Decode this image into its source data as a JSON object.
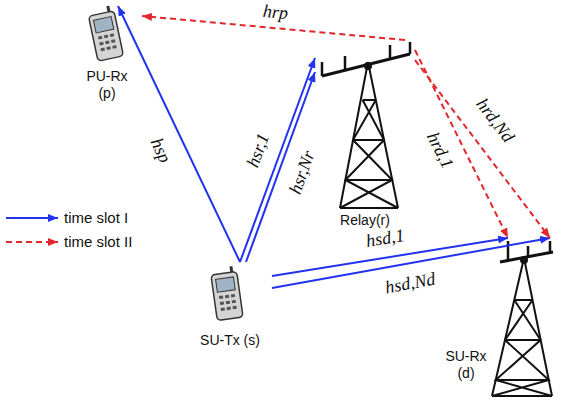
{
  "diagram": {
    "nodes": [
      {
        "text": [
          "PU-Rx (p)"
        ]
      },
      {
        "text": [
          "Relay(r)"
        ]
      },
      {
        "text": [
          "SU-Tx (s)"
        ]
      },
      {
        "text": [
          "SU-Rx (d)"
        ]
      }
    ],
    "edges": [
      {
        "from": 2,
        "to": 0,
        "arrow": "to",
        "label": "hsp"
      },
      {
        "from": 2,
        "to": 1,
        "arrow": "to",
        "label": "hsr,1"
      },
      {
        "from": 2,
        "to": 1,
        "arrow": "to",
        "label": "hsr,Nr"
      },
      {
        "from": 2,
        "to": 3,
        "arrow": "to",
        "label": "hsd,1"
      },
      {
        "from": 2,
        "to": 3,
        "arrow": "to",
        "label": "hsd,Nd"
      },
      {
        "from": 1,
        "to": 0,
        "arrow": "to",
        "label": "hrp"
      },
      {
        "from": 1,
        "to": 3,
        "arrow": "to",
        "label": "hrd,1"
      },
      {
        "from": 1,
        "to": 3,
        "arrow": "to",
        "label": "hrd,Nd"
      }
    ],
    "legend": [
      {
        "text": "time slot I"
      },
      {
        "text": "time slot II"
      }
    ]
  }
}
